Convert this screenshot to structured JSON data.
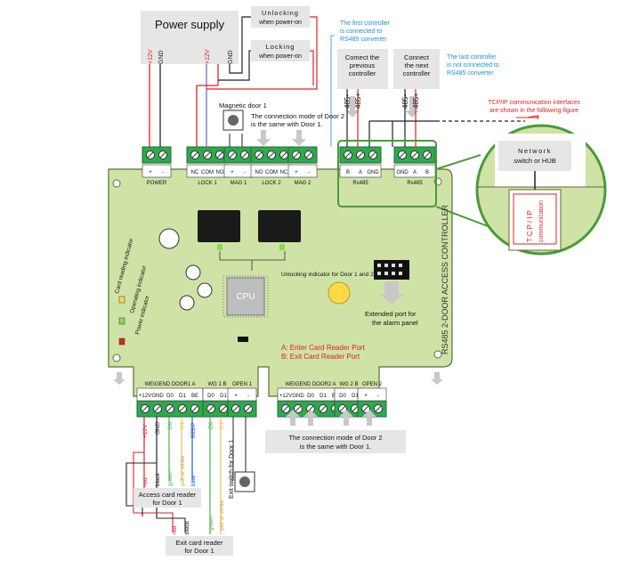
{
  "power": {
    "title": "Power supply",
    "v12": "+12V",
    "gnd": "GND"
  },
  "unlock_box": [
    "Unlocking",
    "when power-on"
  ],
  "lock_box": [
    "Locking",
    "when power-on"
  ],
  "power2": {
    "v12": "+12V",
    "gnd": "GND"
  },
  "first_ctrl": [
    "The first controller",
    "is connected to",
    "RS485 converter"
  ],
  "last_ctrl": [
    "The last controller",
    "is not connected to",
    "RS485 converter"
  ],
  "conn_prev": [
    "Comect the",
    "previous",
    "controller"
  ],
  "conn_next": [
    "Connect",
    "the next",
    "controller"
  ],
  "rs485_labels": {
    "m1": "485-",
    "p1": "485+",
    "m2": "485-",
    "p2": "485+"
  },
  "tcpip_note": [
    "TCP/IP communication interfaces",
    "are shown in the following figure"
  ],
  "network": [
    "Network",
    "switch or HUB"
  ],
  "tcpip_vert": [
    "TCP/IP",
    "communication"
  ],
  "magnetic_door": "Magnetic door 1",
  "door2_note_top": [
    "The connection mode of Door 2",
    "is the same with Door 1."
  ],
  "top_terminals": {
    "power": "POWER",
    "lock1": "LOCK 1",
    "mag1": "MAG 1",
    "lock2": "LOCK 2",
    "mag2": "MAG 2",
    "rs485a": "Rs485",
    "rs485b": "Rs485"
  },
  "pin_labels": {
    "power": [
      "+",
      "-"
    ],
    "lock1": [
      "NC",
      "COM",
      "NO"
    ],
    "mag1": [
      "+",
      "-"
    ],
    "lock2": [
      "NO",
      "COM",
      "NC"
    ],
    "mag2": [
      "+",
      "-"
    ],
    "rs485a": [
      "B",
      "A",
      "GND"
    ],
    "rs485b": [
      "GND",
      "A",
      "B"
    ]
  },
  "unlock_indicator": "Unlocking indicator for Door 1 and 2",
  "cpu": "CPU",
  "extended_port": [
    "Extended port for",
    "the alarm panel"
  ],
  "board_title": "RS485 2-DOOR ACCESS CONTROLLER",
  "side_indicators": [
    "Card reading indicator",
    "Operating indicator",
    "Power indicator"
  ],
  "reader_ports": [
    "A:  Enter Card Reader Port",
    "B:  Exit Card Reader Port"
  ],
  "bottom_terminals": {
    "wg1": "WEIGEND DOOR1  A",
    "wg1b": "WG 1 B",
    "open1": "OPEN 1",
    "wg2": "WEIGEND DOOR2  A",
    "wg2b": "WG 2 B",
    "open2": "OPEN 2"
  },
  "bottom_pins": {
    "wg1": [
      "+12V",
      "GND",
      "D0",
      "D1",
      "BE"
    ],
    "wg1b": [
      "D0",
      "D1"
    ],
    "open1": [
      "+",
      "-"
    ],
    "wg2": [
      "+12V",
      "GND",
      "D0",
      "D1",
      "BE"
    ],
    "wg2b": [
      "D0",
      "D1"
    ],
    "open2": [
      "+",
      "-"
    ]
  },
  "door2_note_bottom": [
    "The connection mode of Door 2",
    "is the same with Door 1."
  ],
  "wires_a": {
    "v12": "+12V",
    "gnd": "GND",
    "d0": "D0",
    "d1": "D1",
    "beep": "BEEP"
  },
  "wires_b": {
    "d0": "D0",
    "d1": "D1"
  },
  "wire_colors_a": {
    "red": "red",
    "black": "black",
    "green": "green",
    "white": "yell or white",
    "blue": "blue"
  },
  "wire_colors_b": {
    "red": "red",
    "black": "black",
    "green": "green",
    "white": "yell or white"
  },
  "exit_switch": "Exit switch for Door 1",
  "access_reader": [
    "Access card reader",
    "for Door 1"
  ],
  "exit_reader": [
    "Exit card reader",
    "for Door 1"
  ],
  "colors": {
    "board": "#cfe3a6",
    "board_stroke": "#5a6e3a",
    "terminal": "#2fa84f",
    "red": "#e02020",
    "blue_note": "#1a8fd6",
    "box": "#e6e6e6"
  }
}
